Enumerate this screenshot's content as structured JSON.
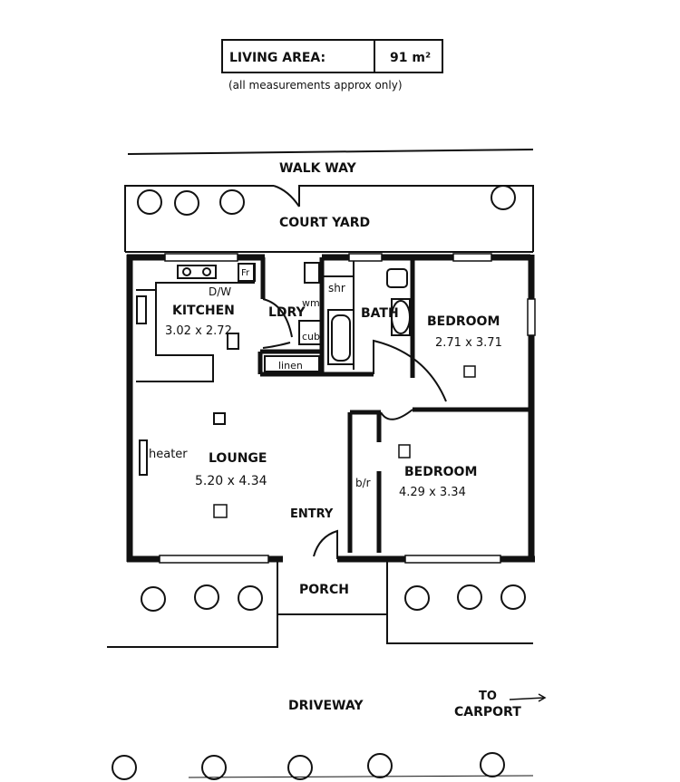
{
  "header": {
    "living_area_label": "LIVING AREA:",
    "living_area_value": "91 m²",
    "note": "(all measurements approx only)"
  },
  "labels": {
    "walkway": "WALK WAY",
    "courtyard": "COURT YARD",
    "kitchen": "KITCHEN",
    "kitchen_dims": "3.02 x 2.72",
    "dw": "D/W",
    "fr": "Fr",
    "ldry": "LDRY",
    "shr": "shr",
    "bath": "BATH",
    "cub": "cub",
    "wm": "wm",
    "linen": "linen",
    "bedroom1": "BEDROOM",
    "bedroom1_dims": "2.71 x 3.71",
    "bedroom2": "BEDROOM",
    "bedroom2_dims": "4.29 x 3.34",
    "bir": "b/r",
    "lounge": "LOUNGE",
    "lounge_dims": "5.20 x 4.34",
    "heater": "heater",
    "entry": "ENTRY",
    "porch": "PORCH",
    "driveway": "DRIVEWAY",
    "to": "TO",
    "carport": "CARPORT"
  }
}
